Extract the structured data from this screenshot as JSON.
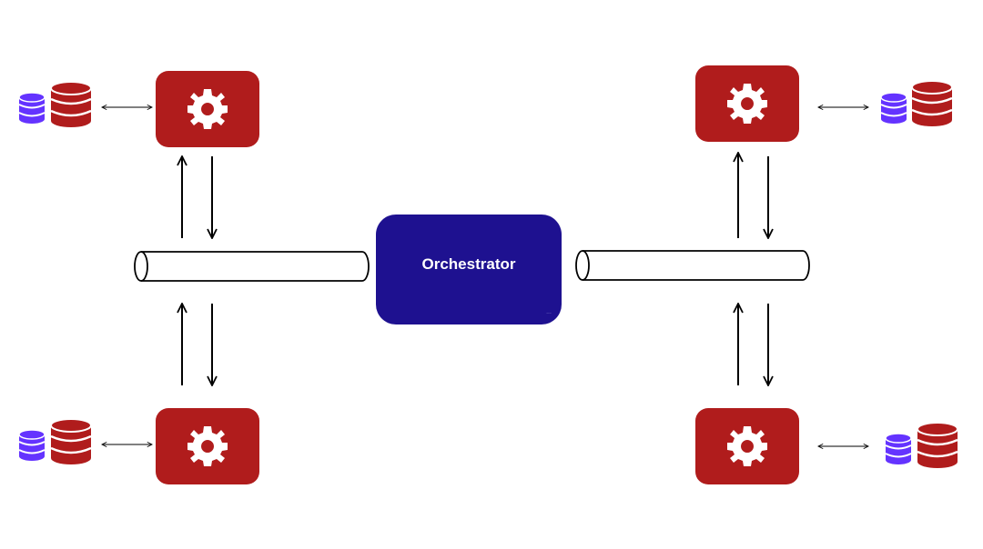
{
  "orchestrator": {
    "label": "Orchestrator",
    "color": "#1e1190"
  },
  "colors": {
    "service": "#b01c1c",
    "db_primary": "#b01c1c",
    "db_secondary": "#6433ff",
    "line": "#000000",
    "background": "#ffffff"
  },
  "services": [
    {
      "position": "top-left",
      "icon": "gear-icon",
      "databases": [
        "secondary-db-icon",
        "primary-db-icon"
      ]
    },
    {
      "position": "bottom-left",
      "icon": "gear-icon",
      "databases": [
        "secondary-db-icon",
        "primary-db-icon"
      ]
    },
    {
      "position": "top-right",
      "icon": "gear-icon",
      "databases": [
        "secondary-db-icon",
        "primary-db-icon"
      ]
    },
    {
      "position": "bottom-right",
      "icon": "gear-icon",
      "databases": [
        "secondary-db-icon",
        "primary-db-icon"
      ]
    }
  ],
  "pipes": [
    "left-message-pipe",
    "right-message-pipe"
  ]
}
